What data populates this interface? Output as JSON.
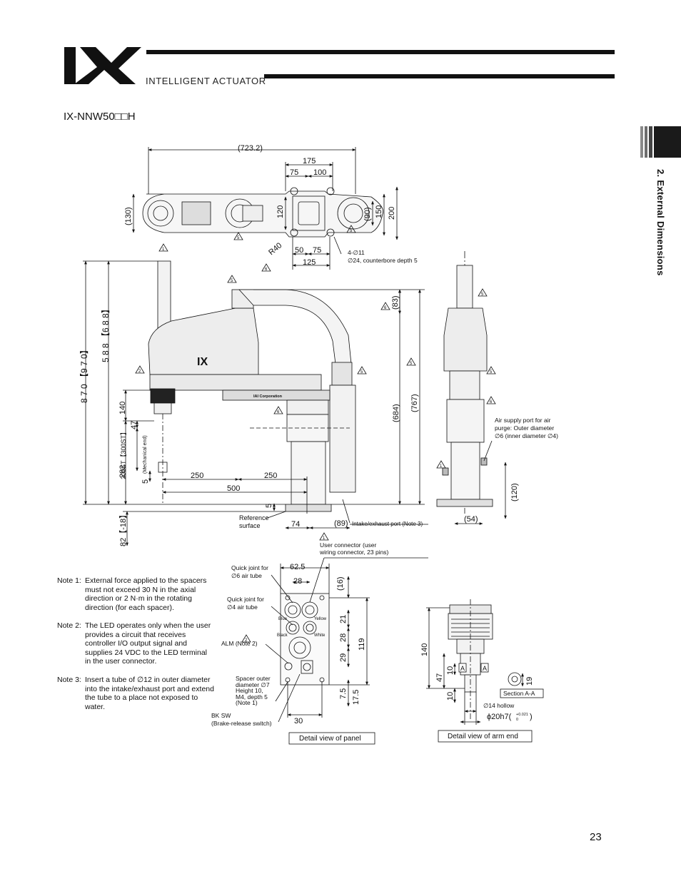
{
  "header": {
    "logo_text": "IX",
    "brand_text": "INTELLIGENT ACTUATOR"
  },
  "model": "IX-NNW50□□H",
  "side_tab": {
    "label": "2. External Dimensions"
  },
  "page_number": "23",
  "dims": {
    "top_total": "(723.2)",
    "top_175": "175",
    "top_75": "75",
    "top_100": "100",
    "top_130": "(130)",
    "top_120": "120",
    "top_90": "(90)",
    "top_150": "150",
    "top_200": "200",
    "r40": "R40",
    "top_50": "50",
    "top_75b": "75",
    "top_125": "125",
    "holes_1": "4-∅11",
    "holes_2": "∅24, counterbore depth 5",
    "side_870": "8 7 0 【9 7 0】",
    "side_588": "5 8 8 【6 8 8】",
    "side_140": "140",
    "side_47": "47",
    "side_282": "282",
    "side_300st": "200ST【300ST】",
    "side_mech": "(Mechanical end)",
    "side_5": "5",
    "side_250a": "250",
    "side_250b": "250",
    "side_500": "500",
    "side_5b": "5",
    "side_82": "82【-18】",
    "side_83": "(83)",
    "side_684": "(684)",
    "side_767": "(767)",
    "side_74": "74",
    "side_89": "(89)",
    "side_120": "(120)",
    "side_54": "(54)",
    "p_62_5": "62.5",
    "p_28": "28",
    "p_16": "(16)",
    "p_21": "21",
    "p_28b": "28",
    "p_119": "119",
    "p_29": "29",
    "p_7_5": "7.5",
    "p_17_5": "17.5",
    "p_30": "30",
    "a_140": "140",
    "a_47": "47",
    "a_10": "10",
    "a_10b": "10",
    "a_19": "19",
    "a_hollow": "∅14 hollow",
    "a_20h7": "ϕ20h7(",
    "a_tol_top": "+0.021",
    "a_tol_bot": "0",
    "a_close": ")",
    "a_letter": "A"
  },
  "labels": {
    "reference_1": "Reference",
    "reference_2": "surface",
    "intake": "Intake/exhaust port (Note 3)",
    "user_conn_1": "User connector (user",
    "user_conn_2": "wiring connector, 23 pins)",
    "air_supply_1": "Air supply port for air",
    "air_supply_2": "purge: Outer diameter",
    "air_supply_3": "∅6 (inner diameter ∅4)",
    "qj6_1": "Quick joint for",
    "qj6_2": "∅6 air tube",
    "qj4_1": "Quick joint for",
    "qj4_2": "∅4 air tube",
    "alm": "ALM (Note 2)",
    "spacer_1": "Spacer outer",
    "spacer_2": "diameter ∅7",
    "spacer_3": "Height 10,",
    "spacer_4": "M4, depth 5",
    "spacer_5": "(Note 1)",
    "bksw_1": "BK SW",
    "bksw_2": "(Brake-release switch)",
    "yellow": "Yellow",
    "white": "White",
    "black": "Black",
    "blue": "Blue",
    "section": "Section A-A",
    "panel_caption": "Detail view of panel",
    "arm_caption": "Detail view of arm end",
    "robot_brand": "IAI Corporation",
    "robot_logo": "IX",
    "warn_1": "1",
    "warn_2": "2",
    "warn_5": "5",
    "warn_6": "6"
  },
  "notes": [
    {
      "head": "Note 1:",
      "text": "External force applied to the spacers must not exceed 30 N in the axial direction or 2 N·m in the rotating direction (for each spacer)."
    },
    {
      "head": "Note 2:",
      "text": "The LED operates only when the user provides a circuit that receives controller I/O output signal and supplies 24 VDC to the LED terminal in the user connector."
    },
    {
      "head": "Note 3:",
      "text": "Insert a tube of ∅12 in outer diameter into the intake/exhaust port and extend the tube to a place not exposed to water."
    }
  ],
  "colors": {
    "ink": "#111111",
    "tab_dark": "#1a1a1a",
    "tab_stripe": "#8a8a8a",
    "robot_fill": "#e9e9e9"
  }
}
